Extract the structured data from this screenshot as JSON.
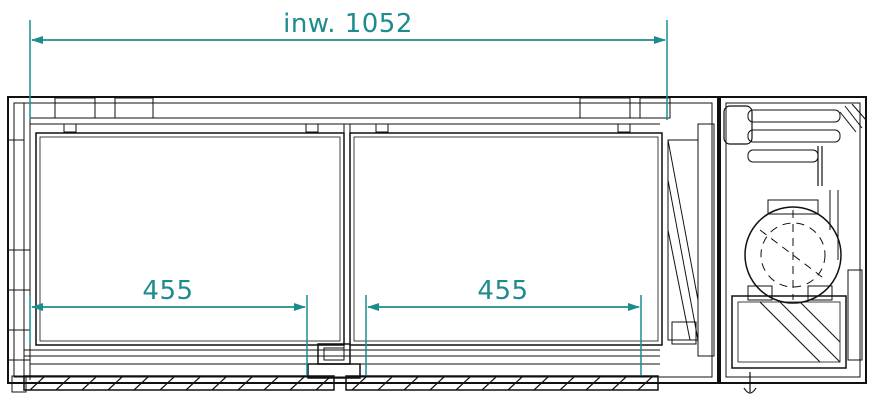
{
  "dimensions": {
    "overall_label": "inw. 1052",
    "left_bay_label": "455",
    "right_bay_label": "455"
  },
  "colors": {
    "dimension": "#1e8c8c",
    "line": "#111111",
    "background": "#ffffff"
  }
}
